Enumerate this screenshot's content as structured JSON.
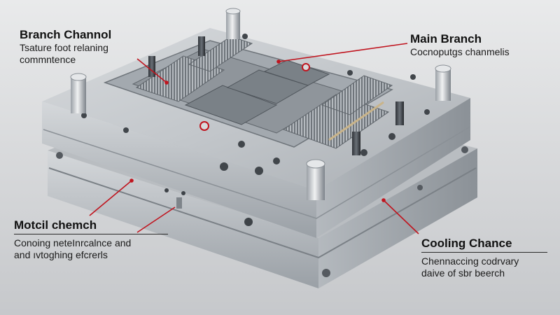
{
  "labels": {
    "branch": {
      "title": "Branch Channol",
      "lines": [
        "Tsature foot relaning",
        "commntence"
      ]
    },
    "main": {
      "title": "Main Branch",
      "lines": [
        "Cocnoputgs chanmelis"
      ]
    },
    "metal": {
      "title": "Motcil chemch",
      "lines": [
        "Conoing neteInrcalnce and",
        "and ıvtoghing efcrerls"
      ]
    },
    "cooling": {
      "title": "Cooling Chance",
      "lines": [
        "Chennaccing codrvary",
        "daive of sbr beerch"
      ]
    }
  },
  "colors": {
    "background": "#d9dadc",
    "metal_light": "#c9ccd0",
    "metal_dark": "#8e9399",
    "leader_line": "#c0141e"
  }
}
